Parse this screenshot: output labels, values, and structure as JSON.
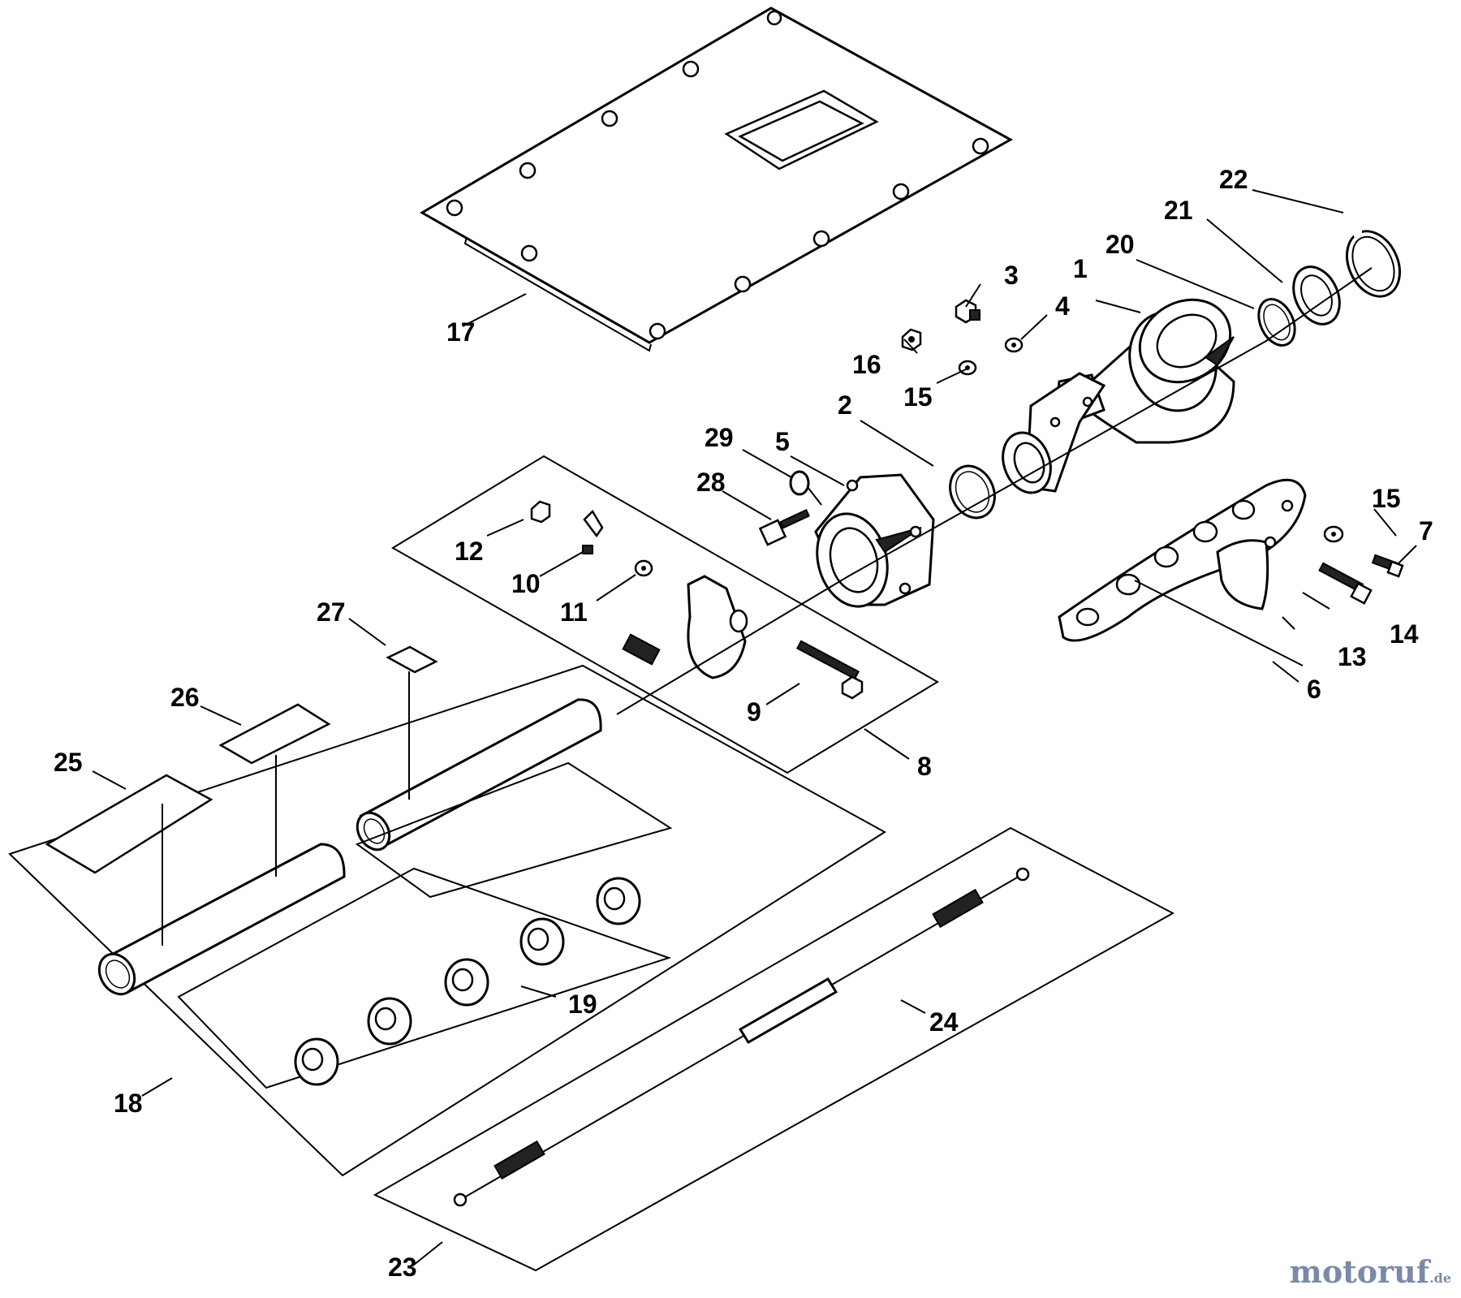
{
  "diagram": {
    "labels": {
      "p1": "1",
      "p2": "2",
      "p3": "3",
      "p4": "4",
      "p5": "5",
      "p6": "6",
      "p7": "7",
      "p8": "8",
      "p9": "9",
      "p10": "10",
      "p11": "11",
      "p12": "12",
      "p13": "13",
      "p14": "14",
      "p15a": "15",
      "p15b": "15",
      "p16": "16",
      "p17": "17",
      "p18": "18",
      "p19": "19",
      "p20": "20",
      "p21": "21",
      "p22": "22",
      "p23": "23",
      "p24": "24",
      "p25": "25",
      "p26": "26",
      "p27": "27",
      "p28": "28",
      "p29": "29"
    }
  },
  "watermark": {
    "brand": "motoruf",
    "tld": ".de"
  }
}
